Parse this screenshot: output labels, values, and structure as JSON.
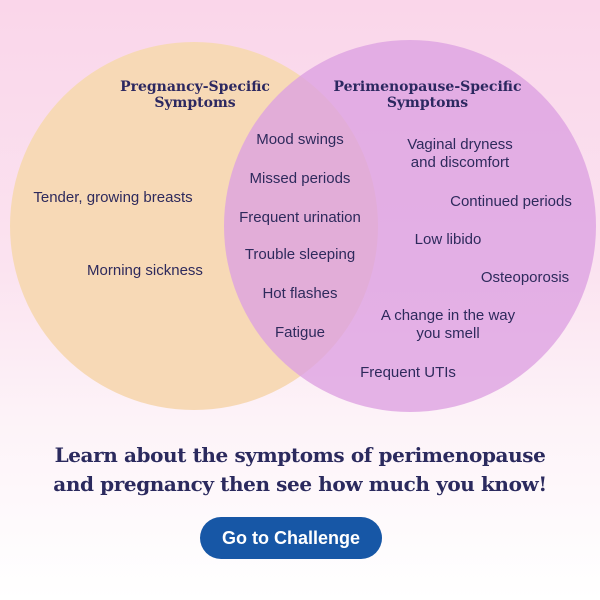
{
  "colors": {
    "pregnancy_circle": "#f7d9b6",
    "perimenopause_circle": "#e0a6e0",
    "overlap": "#e9b9b0",
    "text": "#2e2a5c",
    "button": "#1757a6",
    "button_text": "#ffffff"
  },
  "venn": {
    "left_set": {
      "title_line1": "Pregnancy-Specific",
      "title_line2": "Symptoms",
      "items": [
        "Tender, growing breasts",
        "Morning sickness"
      ]
    },
    "right_set": {
      "title_line1": "Perimenopause-Specific",
      "title_line2": "Symptoms",
      "items": [
        {
          "line1": "Vaginal dryness",
          "line2": "and discomfort"
        },
        {
          "line1": "Continued periods"
        },
        {
          "line1": "Low libido"
        },
        {
          "line1": "Osteoporosis"
        },
        {
          "line1": "A change in the way",
          "line2": "you smell"
        },
        {
          "line1": "Frequent UTIs"
        }
      ]
    },
    "shared": {
      "items": [
        "Mood swings",
        "Missed periods",
        "Frequent urination",
        "Trouble sleeping",
        "Hot flashes",
        "Fatigue"
      ]
    }
  },
  "cta": {
    "line1": "Learn about the symptoms of perimenopause",
    "line2": "and pregnancy then see how much you know!",
    "button_label": "Go to Challenge"
  }
}
